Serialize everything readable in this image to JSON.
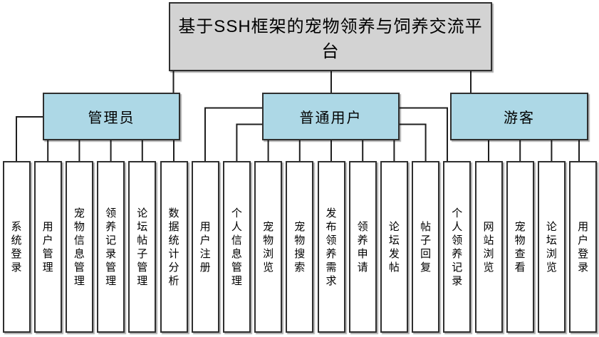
{
  "diagram": {
    "root_title": "基于SSH框架的宠物领养与饲养交流平台",
    "groups": [
      {
        "label": "管理员",
        "children": [
          "系统登录",
          "用户管理",
          "宠物信息管理",
          "领养记录管理",
          "论坛帖子管理",
          "数据统计分析"
        ]
      },
      {
        "label": "普通用户",
        "children": [
          "用户注册",
          "个人信息管理",
          "宠物浏览",
          "宠物搜索",
          "发布领养需求",
          "领养申请",
          "论坛发帖",
          "帖子回复",
          "个人领养记录"
        ]
      },
      {
        "label": "游客",
        "children": [
          "网站浏览",
          "宠物查看",
          "论坛浏览",
          "用户登录"
        ]
      }
    ],
    "colors": {
      "root_fill": "#d3d3d3",
      "group_fill": "#add8e6",
      "leaf_fill": "#ffffff",
      "border": "#2f2f2f",
      "connector": "#1f1f1f"
    }
  }
}
